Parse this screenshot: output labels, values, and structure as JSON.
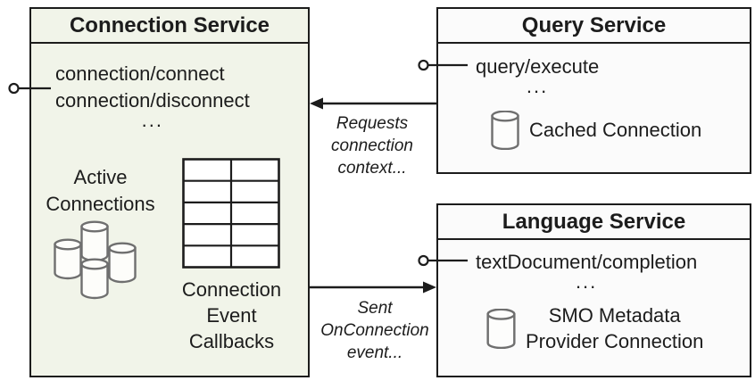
{
  "connection_service": {
    "title": "Connection Service",
    "methods": [
      "connection/connect",
      "connection/disconnect"
    ],
    "more": "...",
    "active_label": [
      "Active",
      "Connections"
    ],
    "callbacks_label": [
      "Connection",
      "Event",
      "Callbacks"
    ]
  },
  "query_service": {
    "title": "Query Service",
    "methods": [
      "query/execute"
    ],
    "more": "...",
    "cached_label": "Cached Connection"
  },
  "language_service": {
    "title": "Language Service",
    "methods": [
      "textDocument/completion"
    ],
    "more": "...",
    "smo_label": [
      "SMO Metadata",
      "Provider Connection"
    ]
  },
  "requests_arrow_label": [
    "Requests",
    "connection",
    "context..."
  ],
  "sent_arrow_label": [
    "Sent",
    "OnConnection",
    "event..."
  ],
  "colors": {
    "connection_fill": "#f1f4e9",
    "service_fill": "#fbfbfb",
    "border": "#1c1c1c",
    "cylinder_stroke": "#6f6f6f"
  }
}
